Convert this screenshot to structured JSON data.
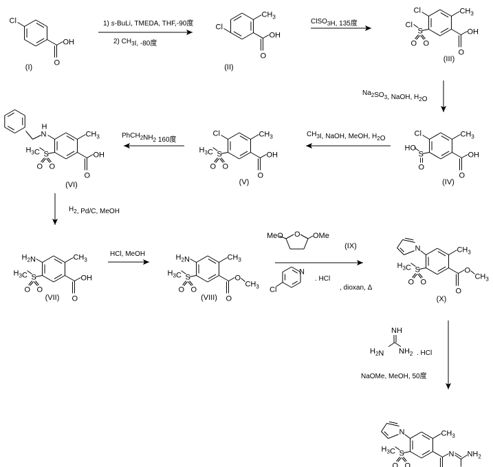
{
  "scheme": {
    "compounds": [
      {
        "id": "I",
        "label": "(I)",
        "name": "4-chlorobenzoic acid"
      },
      {
        "id": "II",
        "label": "(II)",
        "name": "4-chloro-2-methylbenzoic acid"
      },
      {
        "id": "III",
        "label": "(III)",
        "name": "4-chloro-5-chlorosulfonyl-2-methylbenzoic acid"
      },
      {
        "id": "IV",
        "label": "(IV)",
        "name": "4-chloro-5-sulfino-2-methylbenzoic acid"
      },
      {
        "id": "V",
        "label": "(V)",
        "name": "4-chloro-5-methylsulfonyl-2-methylbenzoic acid"
      },
      {
        "id": "VI",
        "label": "(VI)",
        "name": "4-benzylamino-5-methylsulfonyl-2-methylbenzoic acid"
      },
      {
        "id": "VII",
        "label": "(VII)",
        "name": "4-amino-5-methylsulfonyl-2-methylbenzoic acid"
      },
      {
        "id": "VIII",
        "label": "(VIII)",
        "name": "methyl 4-amino-5-methylsulfonyl-2-methylbenzoate"
      },
      {
        "id": "IX",
        "label": "(IX)",
        "name": "2,5-dimethoxytetrahydrofuran"
      },
      {
        "id": "X",
        "label": "(X)",
        "name": "methyl 4-(pyrrol-1-yl)-5-methylsulfonyl-2-methylbenzoate"
      },
      {
        "id": "final",
        "label": "",
        "name": "acylguanidine product"
      }
    ],
    "steps": [
      {
        "from": "I",
        "to": "II",
        "conditions": [
          "1) s-BuLi, TMEDA, THF,-90°C",
          "2) CH3I, -80°C"
        ],
        "display": {
          "l1_pre": "1) ",
          "l1_italic": "s",
          "l1_post": "-BuLi, TMEDA, THF,-90度",
          "l2_pre": "2) CH",
          "l2_sub": "3",
          "l2_post": "I, -80度"
        }
      },
      {
        "from": "II",
        "to": "III",
        "conditions": [
          "ClSO3H, 135°C"
        ],
        "display": {
          "pre": "ClSO",
          "sub": "3",
          "post": "H,  135度"
        }
      },
      {
        "from": "III",
        "to": "IV",
        "conditions": [
          "Na2SO3, NaOH, H2O"
        ],
        "display": {
          "a": "Na",
          "s1": "2",
          "b": "SO",
          "s2": "3",
          "c": ", NaOH, H",
          "s3": "2",
          "d": "O"
        }
      },
      {
        "from": "IV",
        "to": "V",
        "conditions": [
          "CH3I, NaOH, MeOH, H2O"
        ],
        "display": {
          "a": "CH",
          "s1": "3",
          "b": "I, NaOH, MeOH, H",
          "s2": "2",
          "c": "O"
        }
      },
      {
        "from": "V",
        "to": "VI",
        "conditions": [
          "PhCH2NH2, 160°C"
        ],
        "display": {
          "a": "PhCH",
          "s1": "2",
          "b": "NH",
          "s2": "2",
          "c": "  160度"
        }
      },
      {
        "from": "VI",
        "to": "VII",
        "conditions": [
          "H2, Pd/C, MeOH"
        ],
        "display": {
          "a": "H",
          "s1": "2",
          "b": ", Pd/C, MeOH"
        }
      },
      {
        "from": "VII",
        "to": "VIII",
        "conditions": [
          "HCl, MeOH"
        ],
        "display": {
          "a": "HCl, MeOH"
        }
      },
      {
        "from": "VIII",
        "to": "X",
        "conditions": [
          "(IX)",
          "4-chloropyridine . HCl",
          ", dioxan, Δ"
        ],
        "display": {
          "hcl": ". HCl",
          "tail": ", dioxan, Δ",
          "meo": "MeO",
          "ome": "OMe",
          "ring_o": "O",
          "py_n": "N",
          "py_cl": "Cl"
        }
      },
      {
        "from": "X",
        "to": "final",
        "conditions": [
          "guanidine . HCl",
          "NaOMe, MeOH, 50°C"
        ],
        "display": {
          "nh": "NH",
          "h2n": "H",
          "h2n_sub": "2",
          "h2n_n": "N",
          "nh2": "NH",
          "nh2_sub": "2",
          "hcl": ". HCl",
          "c2": "NaOMe, MeOH, 50度"
        }
      }
    ]
  },
  "atoms": {
    "Cl": "Cl",
    "OH": "OH",
    "O": "O",
    "CH": "CH",
    "sub3": "3",
    "sub2": "2",
    "S": "S",
    "HO": "HO",
    "H": "H",
    "N": "N",
    "NH": "NH",
    "H3C_H": "H",
    "C": "C",
    "NH2": "NH"
  }
}
